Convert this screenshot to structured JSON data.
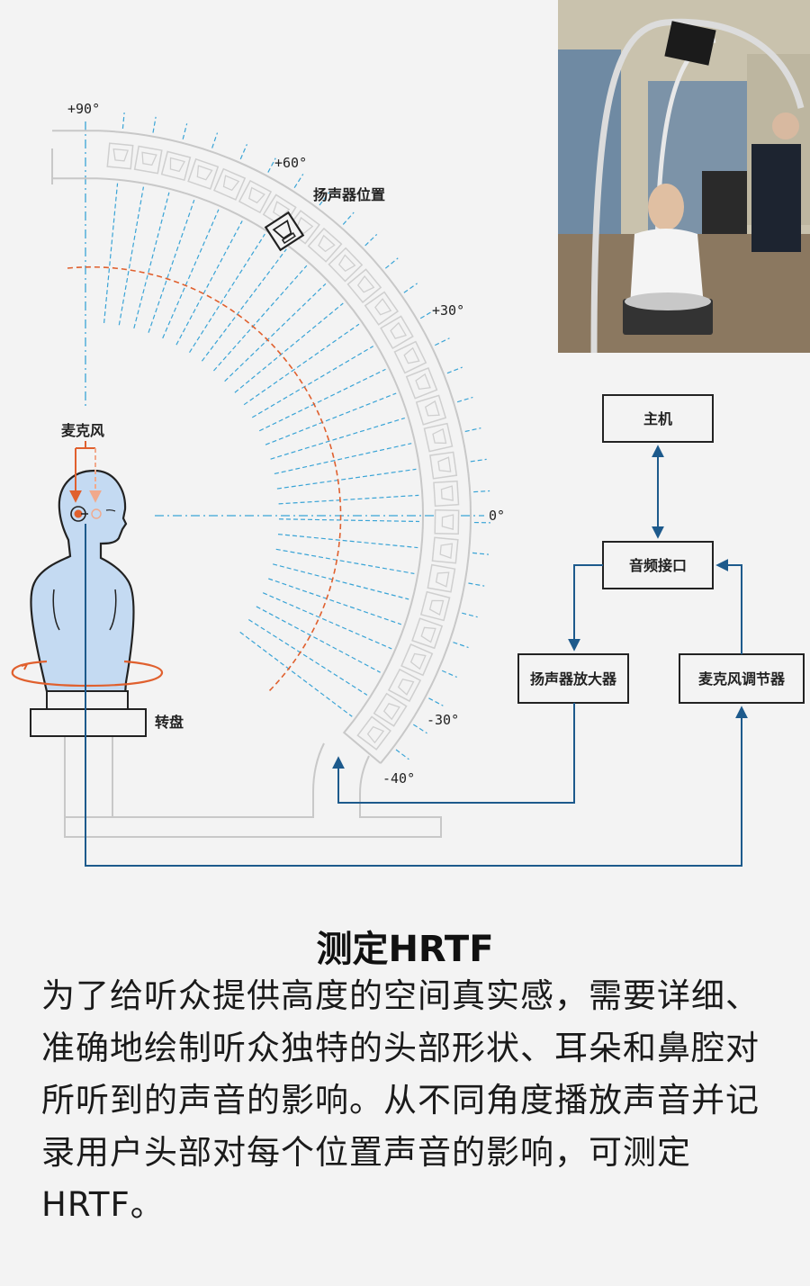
{
  "diagram": {
    "labels": {
      "plus90": "+90°",
      "plus60": "+60°",
      "plus30": "+30°",
      "zero": "0°",
      "minus30": "-30°",
      "minus40": "-40°",
      "speaker_position": "扬声器位置",
      "microphone": "麦克风",
      "turntable": "转盘"
    },
    "boxes": {
      "host": "主机",
      "audio_interface": "音频接口",
      "speaker_amplifier": "扬声器放大器",
      "mic_preamp": "麦克风调节器"
    },
    "colors": {
      "cyan_dash": "#3aa4d6",
      "orange_dash": "#e0602e",
      "arrow_blue": "#1d5a8c",
      "mannequin_fill": "#c4daf2",
      "arc_outline": "#c8c8c8"
    },
    "icons": [
      "speaker-icon",
      "mannequin-icon",
      "turntable-icon",
      "arrow-icon"
    ]
  },
  "text": {
    "title": "测定HRTF",
    "body": "为了给听众提供高度的空间真实感，需要详细、准确地绘制听众独特的头部形状、耳朵和鼻腔对所听到的声音的影响。从不同角度播放声音并记录用户头部对每个位置声音的影响，可测定HRTF。"
  }
}
